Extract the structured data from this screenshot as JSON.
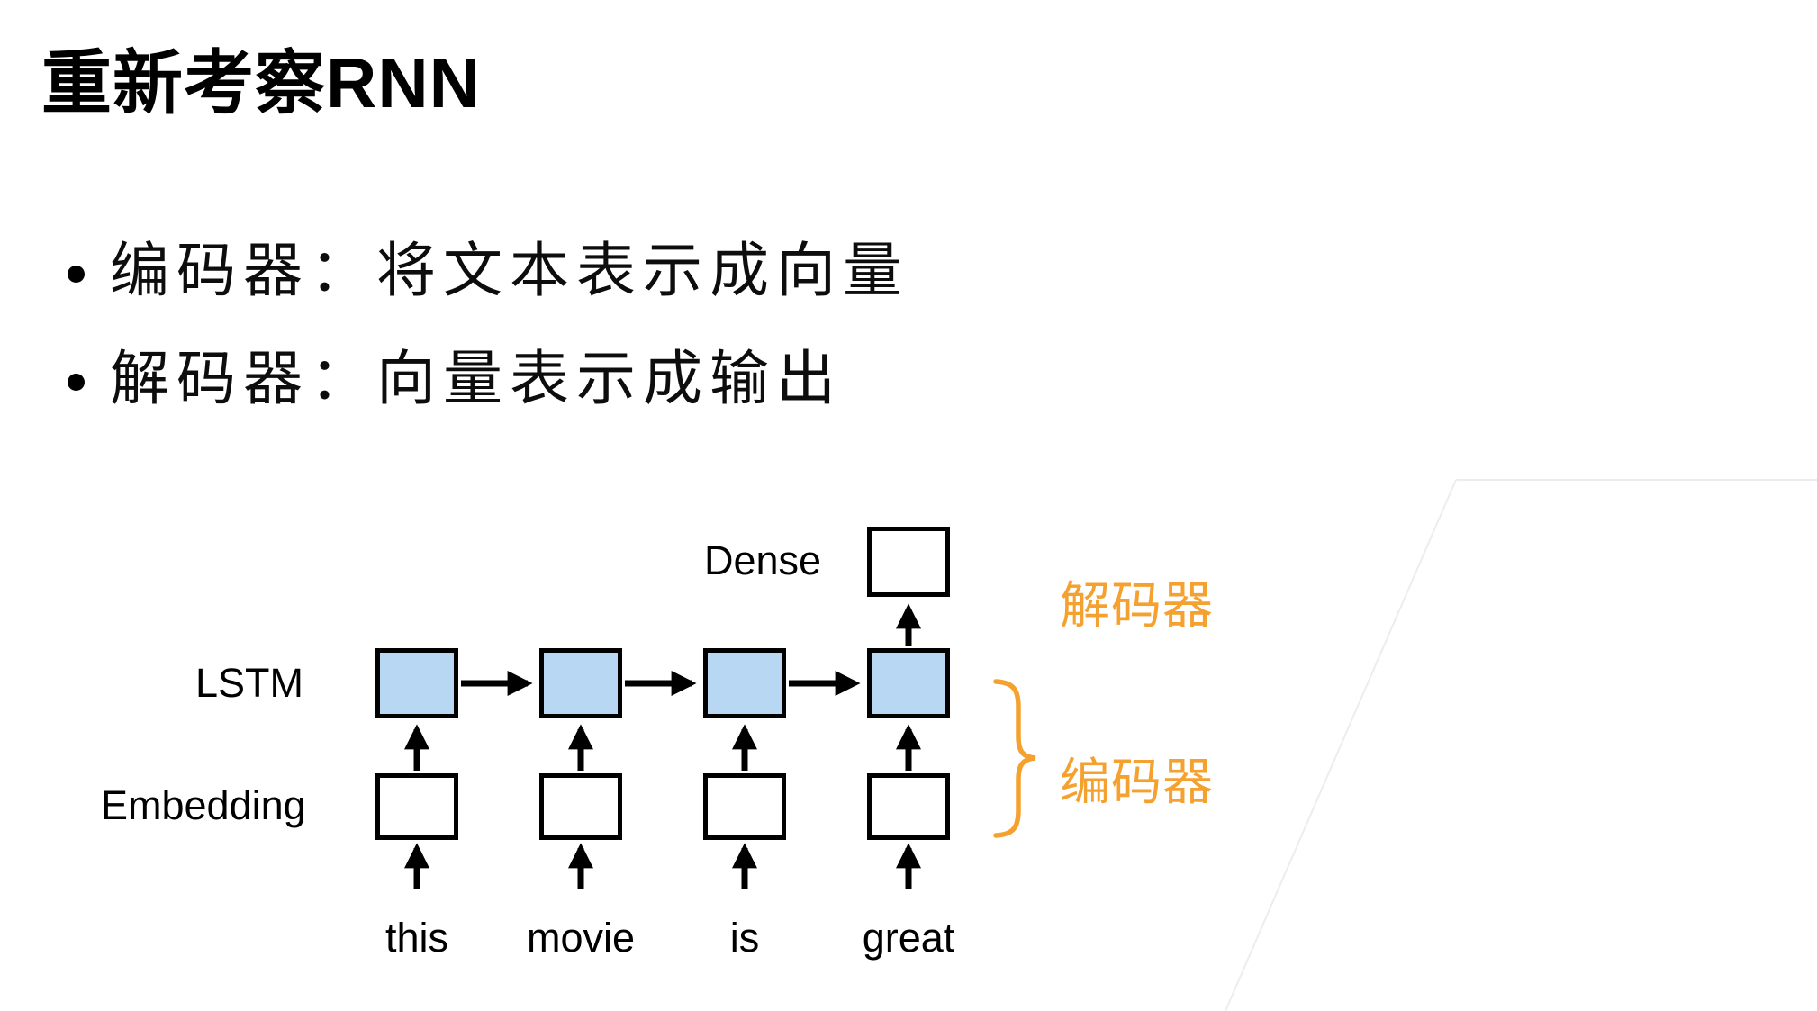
{
  "slide": {
    "title": "重新考察RNN",
    "bullets": [
      {
        "label": "编码器：将文本表示成向量"
      },
      {
        "label": "解码器：向量表示成输出"
      }
    ]
  },
  "diagram": {
    "labels": {
      "dense": "Dense",
      "lstm": "LSTM",
      "embedding": "Embedding"
    },
    "words": [
      "this",
      "movie",
      "is",
      "great"
    ],
    "annotations": {
      "decoder": "解码器",
      "encoder": "编码器"
    },
    "counts": {
      "lstm_boxes": 4,
      "embedding_boxes": 4,
      "dense_boxes": 1
    },
    "colors": {
      "lstm_box_fill": "#B7D7F2",
      "box_border": "#000000",
      "annotation_orange": "#F5A130",
      "text_color": "#000000"
    }
  }
}
